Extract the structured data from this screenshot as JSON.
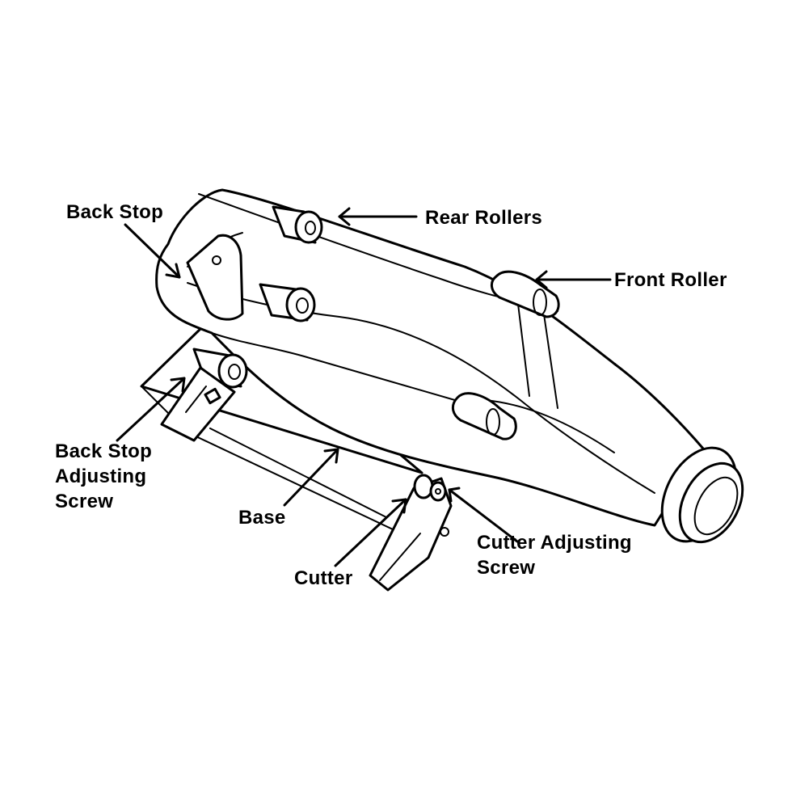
{
  "labels": {
    "back_stop": "Back Stop",
    "rear_rollers": "Rear Rollers",
    "front_roller": "Front Roller",
    "back_stop_adjusting_screw": [
      "Back Stop",
      "Adjusting",
      "Screw"
    ],
    "base": "Base",
    "cutter": "Cutter",
    "cutter_adjusting_screw": [
      "Cutter Adjusting",
      "Screw"
    ]
  },
  "colors": {
    "line": "#000000",
    "background": "#ffffff"
  }
}
